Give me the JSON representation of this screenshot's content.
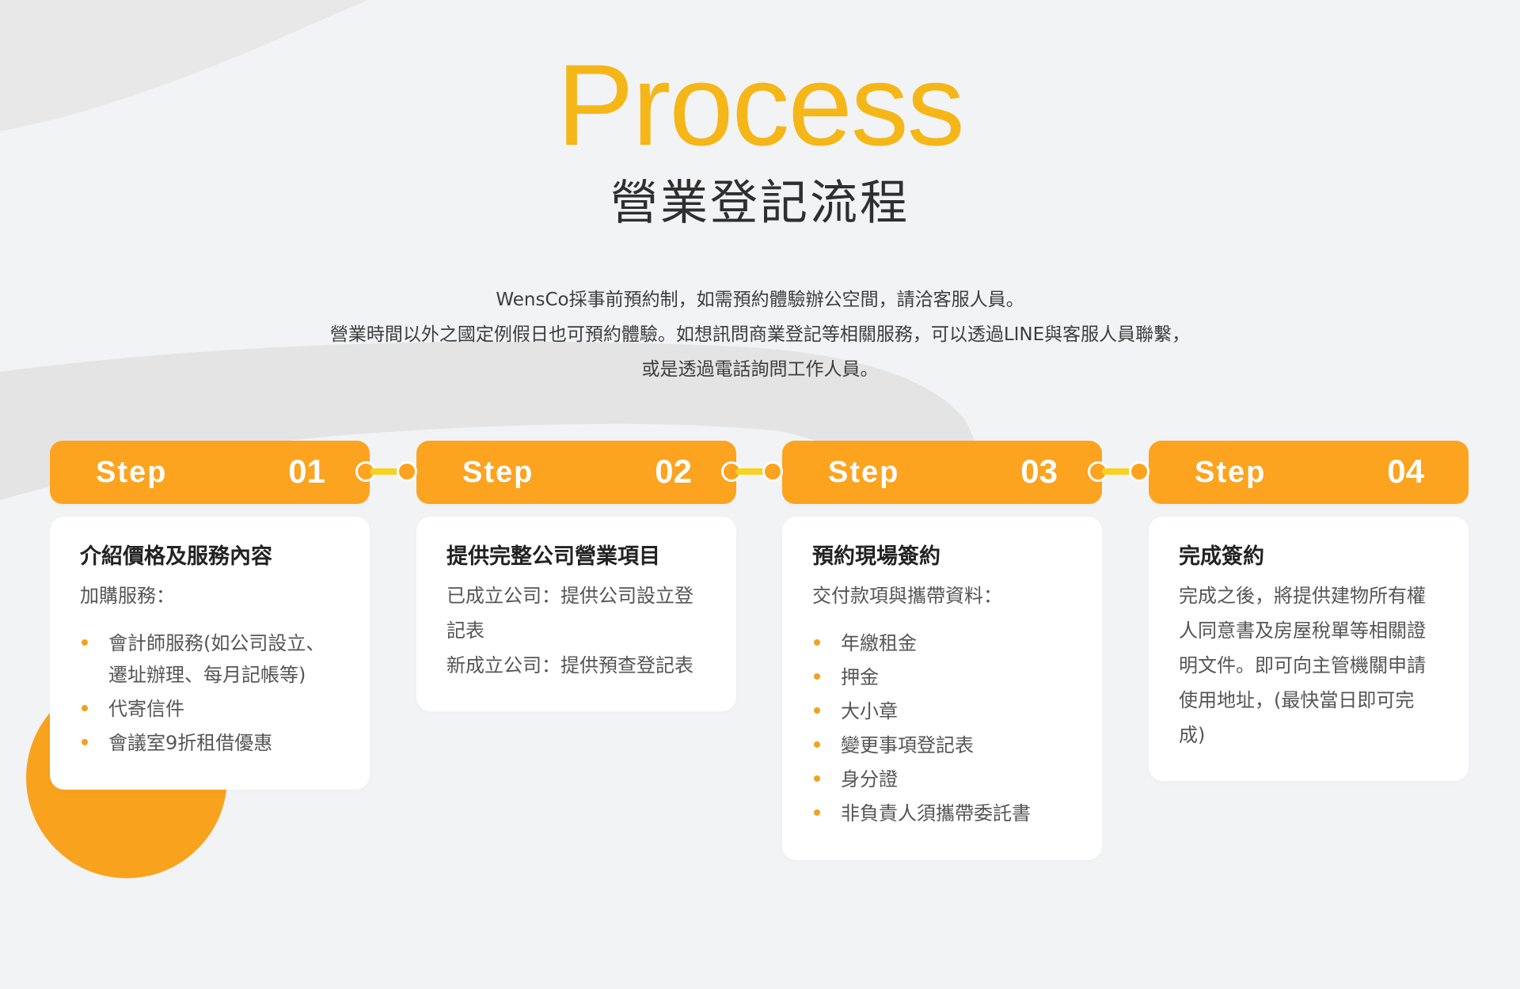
{
  "header": {
    "title_en": "Process",
    "title_zh": "營業登記流程"
  },
  "intro": {
    "line1": "WensCo採事前預約制，如需預約體驗辦公空間，請洽客服人員。",
    "line2": "營業時間以外之國定例假日也可預約體驗。如想訊問商業登記等相關服務，可以透過LINE與客服人員聯繫，",
    "line3": "或是透過電話詢問工作人員。"
  },
  "steps": [
    {
      "step_label": "Step",
      "number": "01",
      "title": "介紹價格及服務內容",
      "subtitle": "加購服務：",
      "items": [
        "會計師服務(如公司設立、遷址辦理、每月記帳等)",
        "代寄信件",
        "會議室9折租借優惠"
      ]
    },
    {
      "step_label": "Step",
      "number": "02",
      "title": "提供完整公司營業項目",
      "lines": [
        "已成立公司：提供公司設立登記表",
        "新成立公司：提供預查登記表"
      ]
    },
    {
      "step_label": "Step",
      "number": "03",
      "title": "預約現場簽約",
      "subtitle": "交付款項與攜帶資料：",
      "items": [
        "年繳租金",
        "押金",
        "大小章",
        "變更事項登記表",
        "身分證",
        "非負責人須攜帶委託書"
      ]
    },
    {
      "step_label": "Step",
      "number": "04",
      "title": "完成簽約",
      "text": "完成之後，將提供建物所有權人同意書及房屋稅單等相關證明文件。即可向主管機關申請使用地址，(最快當日即可完成)"
    }
  ],
  "colors": {
    "accent_yellow": "#f5b618",
    "step_orange": "#fca31f",
    "connector_yellow": "#f8d21e",
    "card_background": "#ffffff",
    "page_background": "#f2f3f5"
  }
}
